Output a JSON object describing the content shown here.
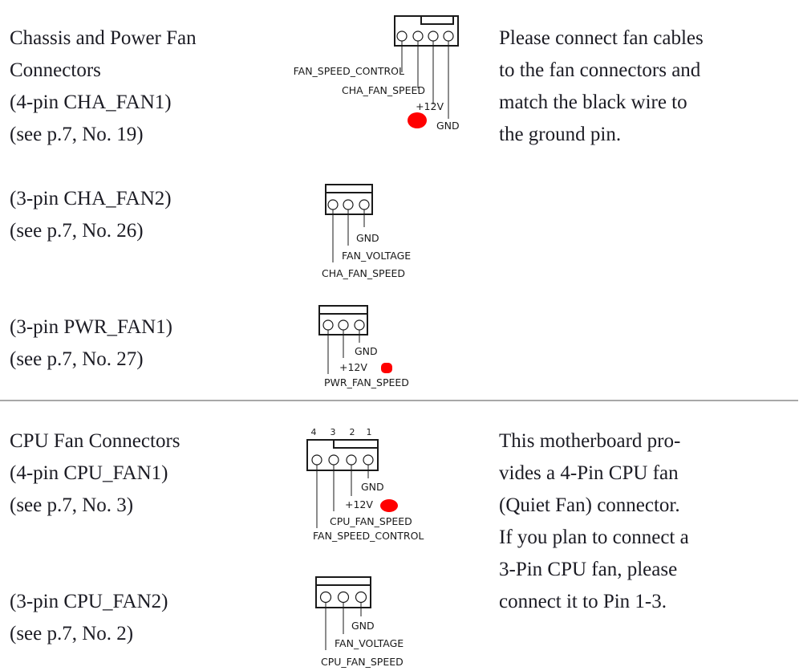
{
  "sections": {
    "chassis": {
      "heading_lines": [
        "Chassis and Power Fan",
        "Connectors"
      ],
      "cha_fan1": {
        "lines": [
          "(4-pin CHA_FAN1)",
          "(see p.7, No. 19)"
        ]
      },
      "cha_fan2": {
        "lines": [
          "(3-pin CHA_FAN2)",
          "(see p.7, No. 26)"
        ]
      },
      "pwr_fan1": {
        "lines": [
          "(3-pin PWR_FAN1)",
          "(see p.7, No. 27)"
        ]
      },
      "note_lines": [
        "Please connect fan cables",
        "to the fan connectors and",
        "match the black wire to",
        "the ground pin."
      ]
    },
    "cpu": {
      "heading": "CPU Fan Connectors",
      "cpu_fan1": {
        "lines": [
          "(4-pin CPU_FAN1)",
          "(see p.7, No. 3)"
        ]
      },
      "cpu_fan2": {
        "lines": [
          "(3-pin CPU_FAN2)",
          "(see p.7, No. 2)"
        ]
      },
      "note_lines": [
        "This motherboard pro-",
        "vides a 4-Pin CPU fan",
        "(Quiet Fan) connector.",
        "If you plan to connect a",
        "3-Pin CPU fan, please",
        "connect it to Pin 1-3."
      ]
    }
  },
  "diagrams": {
    "cha_fan1": {
      "pins": 4,
      "labels": [
        "FAN_SPEED_CONTROL",
        "CHA_FAN_SPEED",
        "+12V",
        "GND"
      ]
    },
    "cha_fan2": {
      "pins": 3,
      "labels": [
        "GND",
        "FAN_VOLTAGE",
        "CHA_FAN_SPEED"
      ]
    },
    "pwr_fan1": {
      "pins": 3,
      "labels": [
        "GND",
        "+12V",
        "PWR_FAN_SPEED"
      ]
    },
    "cpu_fan1": {
      "pins": 4,
      "pin_numbers": [
        "4",
        "3",
        "2",
        "1"
      ],
      "labels": [
        "GND",
        "+12V",
        "CPU_FAN_SPEED",
        "FAN_SPEED_CONTROL"
      ]
    },
    "cpu_fan2": {
      "pins": 3,
      "labels": [
        "GND",
        "FAN_VOLTAGE",
        "CPU_FAN_SPEED"
      ]
    }
  },
  "colors": {
    "annotation_mark": "#ff0000",
    "text": "#1c1c24",
    "divider": "#a8a8a8"
  }
}
